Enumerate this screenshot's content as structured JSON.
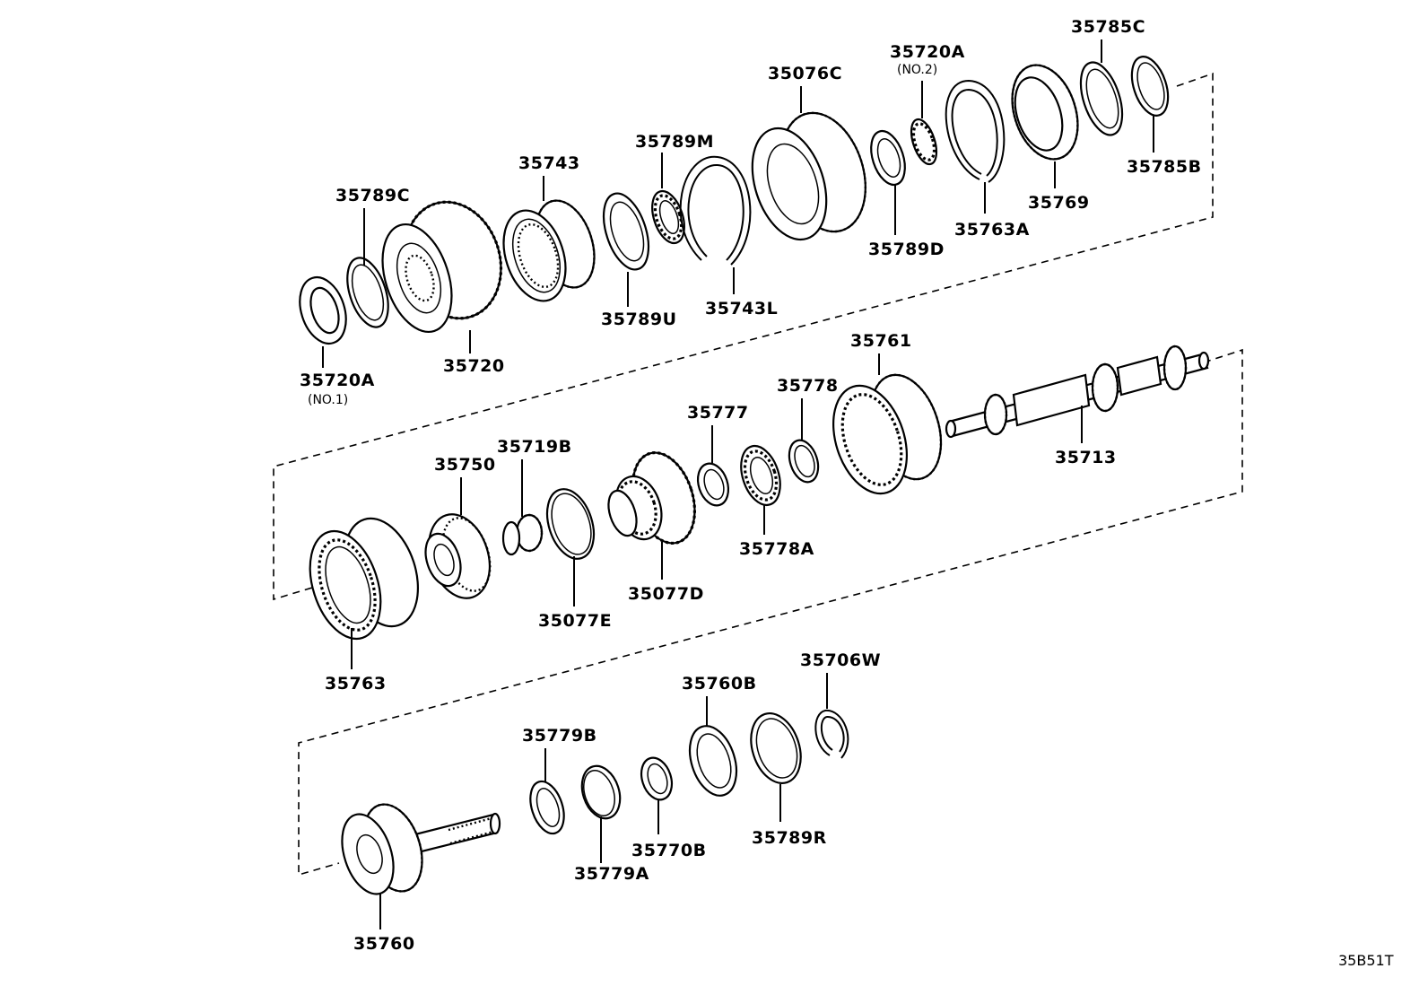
{
  "diagram_code": "35B51T",
  "parts": {
    "p35720A_1": "35720A",
    "p35720A_1_note": "(NO.1)",
    "p35789C": "35789C",
    "p35720": "35720",
    "p35743": "35743",
    "p35789U": "35789U",
    "p35789M": "35789M",
    "p35743L": "35743L",
    "p35076C": "35076C",
    "p35789D": "35789D",
    "p35720A_2": "35720A",
    "p35720A_2_note": "(NO.2)",
    "p35763A": "35763A",
    "p35769": "35769",
    "p35785C": "35785C",
    "p35785B": "35785B",
    "p35761": "35761",
    "p35713": "35713",
    "p35778": "35778",
    "p35777": "35777",
    "p35778A": "35778A",
    "p35719B": "35719B",
    "p35750": "35750",
    "p35077E": "35077E",
    "p35077D": "35077D",
    "p35763": "35763",
    "p35706W": "35706W",
    "p35760B": "35760B",
    "p35779B": "35779B",
    "p35789R": "35789R",
    "p35770B": "35770B",
    "p35779A": "35779A",
    "p35760": "35760"
  }
}
